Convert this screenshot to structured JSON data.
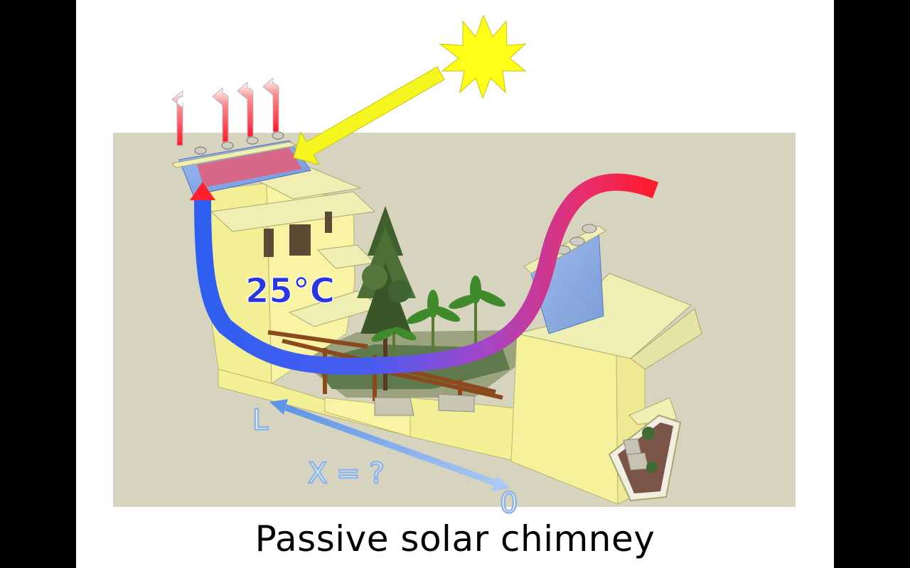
{
  "slide": {
    "caption": "Passive solar chimney",
    "background_color": "#ffffff",
    "letterbox_color": "#000000"
  },
  "diagram": {
    "temperature_label": "25°C",
    "length_label": "L",
    "distance_label": "X = ?",
    "origin_label": "0",
    "colors": {
      "panel": "#d6d3bf",
      "building": "#f6f29c",
      "roof": "#efeeb3",
      "sun": "#ffff1a",
      "sunbeam": "#f5f520",
      "hot_air": "#ff1a2a",
      "cool_air": "#2f5ff0",
      "chimney_glass": "#7fa6e8",
      "collector": "#e0607c",
      "temperature_text": "#2a35e0",
      "dimension_arrow": "#7fb0ec"
    },
    "icons": [
      "sun-icon",
      "sunbeam-arrow",
      "airflow-arrow",
      "exhaust-arrows",
      "tree-icon",
      "banana-plant-icon"
    ]
  }
}
